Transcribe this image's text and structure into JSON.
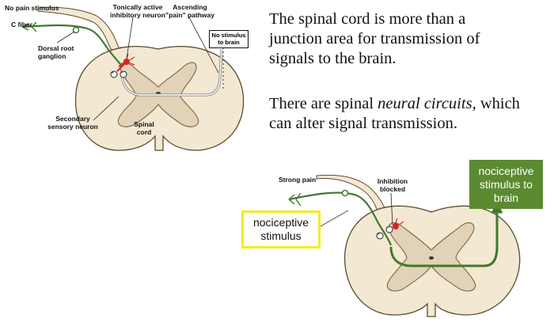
{
  "top_diagram": {
    "no_pain_stimulus": "No pain stimulus",
    "c_fiber": "C fiber",
    "tonically_active": "Tonically active\ninhibitory neuron",
    "ascending_pathway": "Ascending\n\"pain\" pathway",
    "no_stimulus_to_brain": "No stimulus\nto brain",
    "dorsal_root_ganglion": "Dorsal root\nganglion",
    "secondary_sensory_neuron": "Secondary\nsensory neuron",
    "spinal_cord": "Spinal\ncord",
    "minus_sign": "−",
    "plus_sign": "+"
  },
  "explanation": {
    "para1": "The spinal cord is more than a\njunction area for transmission of\nsignals to the brain.",
    "para2_lead": "There are spinal ",
    "para2_emphasis": "neural circuits",
    "para2_tail": ", which\ncan alter signal transmission."
  },
  "bottom_diagram": {
    "strong_pain": "Strong pain",
    "inhibition_blocked": "Inhibition\nblocked",
    "nociceptive_stimulus": "nociceptive\nstimulus",
    "nociceptive_to_brain": "nociceptive\nstimulus to\nbrain",
    "minus_sign": "−",
    "plus_sign": "+"
  },
  "colors": {
    "cord_fill": "#f3e8d2",
    "cord_outline": "#5a4a33",
    "gray_matter": "#e2d2b7",
    "gray_outline": "#7a6648",
    "fiber_green": "#3f7a2e",
    "inhibitory_red": "#d8231f",
    "callout_yellow": "#f4ec1e",
    "callout_green": "#5b8a31"
  }
}
